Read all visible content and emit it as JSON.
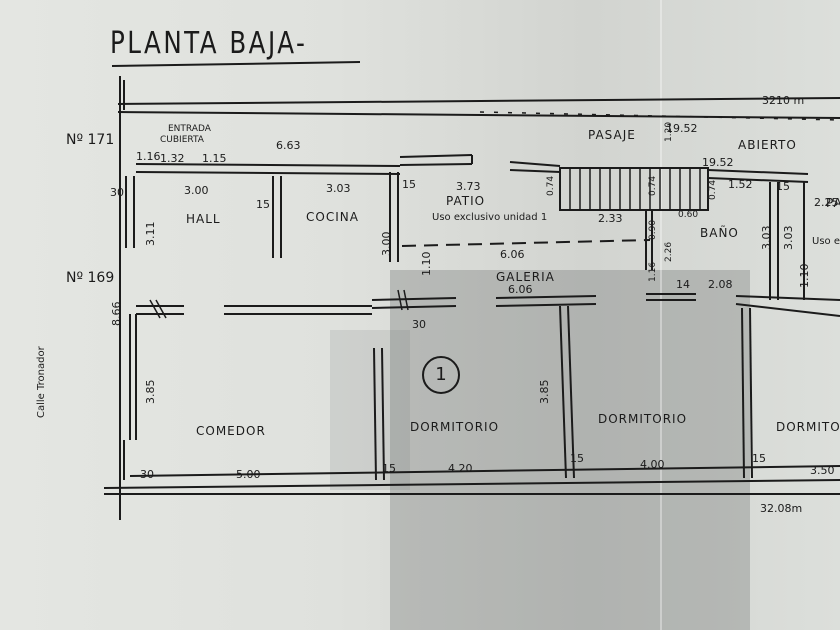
{
  "title": "PLANTA BAJA-",
  "numbers": {
    "n171": "Nº 171",
    "n169": "Nº 169"
  },
  "street": "Calle Tronador",
  "unit": "1",
  "rooms": {
    "entrada": "ENTRADA",
    "cubierta": "CUBIERTA",
    "hall": "HALL",
    "cocina": "COCINA",
    "patio": "PATIO",
    "patio_note": "Uso exclusivo unidad 1",
    "pasaje": "PASAJE",
    "abierto": "ABIERTO",
    "bano": "BAÑO",
    "galeria": "GALERIA",
    "comedor": "COMEDOR",
    "dormitorio1": "DORMITORIO",
    "dormitorio2": "DORMITORIO",
    "dormitorio3": "DORMITORIO",
    "pat_cut": "PAT",
    "uso_cut": "Uso ex"
  },
  "dims": {
    "total_top": "3210 m",
    "total_bottom": "32.08m",
    "d1952a": "19.52",
    "d1952b": "19.52",
    "d663": "6.63",
    "d132": "1.32",
    "d115": "1.15",
    "d116": "1.16",
    "d15a": "15",
    "d15b": "15",
    "d15c": "15",
    "d15d": "15",
    "d15e": "15",
    "d15f": "15",
    "d300": "3.00",
    "d303": "3.03",
    "d373": "3.73",
    "d30a": "30",
    "d30b": "30",
    "d30c": "30",
    "d311": "3.11",
    "d300v": "3.00",
    "d110a": "1.10",
    "d110b": "1.10",
    "d606a": "6.06",
    "d606b": "6.06",
    "d233": "2.33",
    "d074a": "0.74",
    "d074b": "0.74",
    "d074c": "0.74",
    "d152": "1.52",
    "d090": "0.90",
    "d226": "2.26",
    "d060": "0.60",
    "d303b": "3.03",
    "d303c": "3.03",
    "d225": "2.25",
    "d116b": "1.16",
    "d14": "14",
    "d208": "2.08",
    "d866": "8.66",
    "d385a": "3.85",
    "d385b": "3.85",
    "d500": "5.00",
    "d420": "4.20",
    "d400": "4.00",
    "d350": "3.50",
    "d120": "1.20"
  },
  "colors": {
    "ink": "#1b1b1b",
    "paper": "#e4e6e2"
  }
}
